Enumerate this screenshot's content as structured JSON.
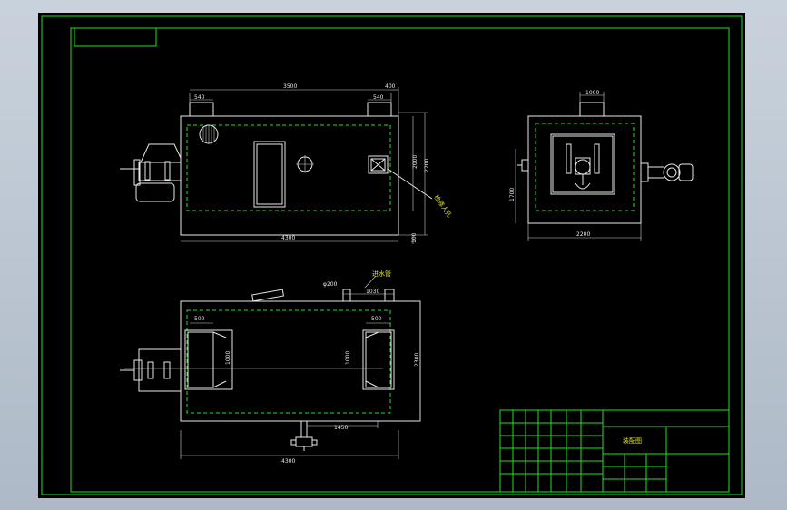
{
  "drawing": {
    "colors": {
      "frame": "#22e022",
      "lines": "#e8e8e8",
      "background": "#000000",
      "desktop": "#bcc6d3"
    },
    "front_view": {
      "dim_top_total": "3500",
      "dim_top_right": "400",
      "dim_top_left_inlet": "540",
      "dim_top_right_inlet": "540",
      "dim_right_inner": "2000",
      "dim_right_outer": "2200",
      "dim_bottom": "4300",
      "dim_bottom_right": "100",
      "callout_label": "检修人孔"
    },
    "side_view": {
      "dim_top": "1000",
      "dim_left": "1700",
      "dim_bottom": "2200"
    },
    "plan_view": {
      "dim_pipe": "φ200",
      "dim_top_offset": "1030",
      "callout_label": "进水管",
      "dim_left_box": "500",
      "dim_right_box": "500",
      "dim_left_box_h": "1000",
      "dim_right_box_h": "1000",
      "dim_right": "2300",
      "dim_bottom_offset": "1450",
      "dim_bottom_total": "4300"
    },
    "title_block": {
      "drawing_name": "装配图"
    }
  }
}
